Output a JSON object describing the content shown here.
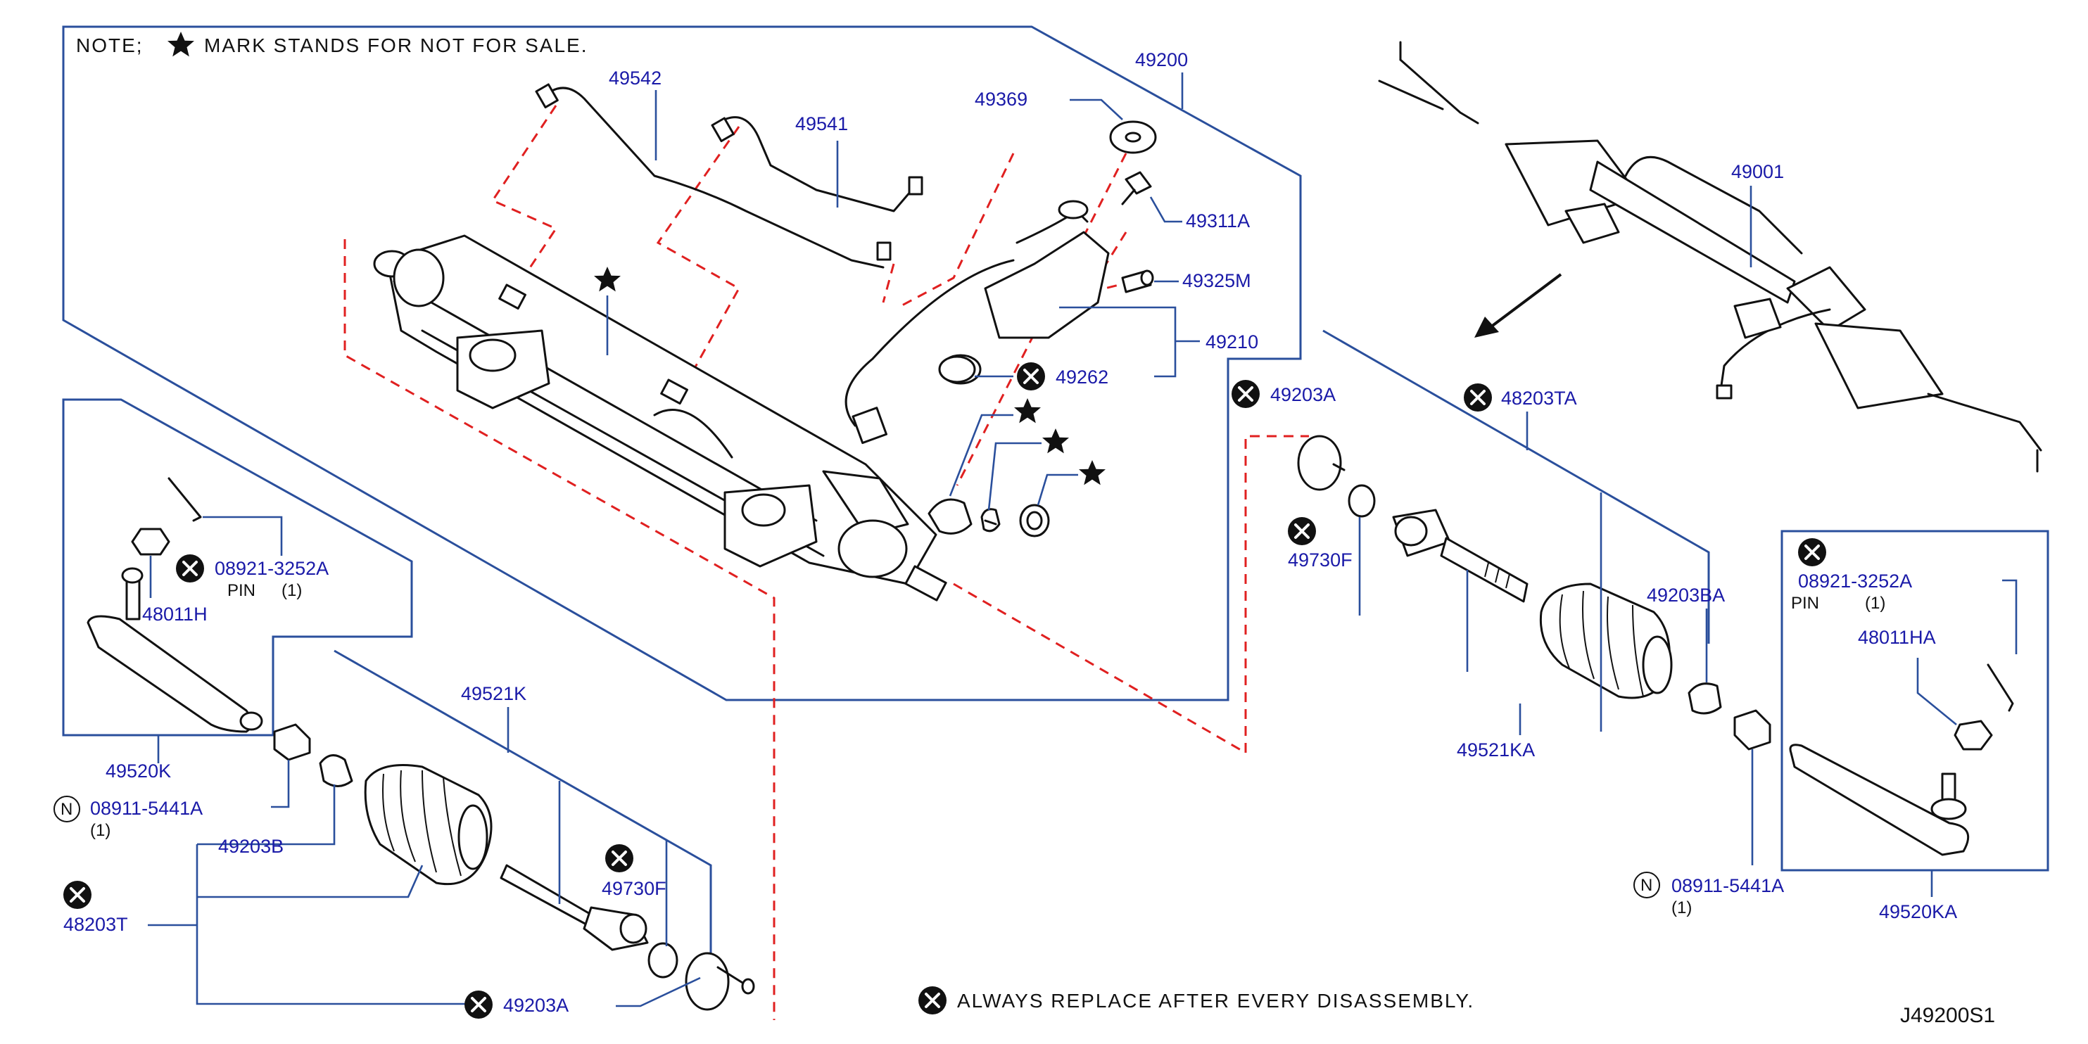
{
  "note": {
    "prefix": "NOTE;",
    "text": "MARK  STANDS  FOR  NOT  FOR  SALE.",
    "star_icon": "star-icon"
  },
  "footer": {
    "replace_text": "ALWAYS  REPLACE  AFTER  EVERY  DISASSEMBLY.",
    "diagram_code": "J49200S1"
  },
  "labels": {
    "p49200": "49200",
    "p49542": "49542",
    "p49541": "49541",
    "p49369": "49369",
    "p49311A": "49311A",
    "p49325M": "49325M",
    "p49210": "49210",
    "p49262": "49262",
    "p49001": "49001",
    "p49203A_r": "49203A",
    "p48203TA": "48203TA",
    "p49730F_r": "49730F",
    "p49203BA": "49203BA",
    "p49521KA": "49521KA",
    "p08921_l": "08921-3252A",
    "pin_l": "PIN",
    "pin_l_qty": "(1)",
    "p48011H": "48011H",
    "p49520K": "49520K",
    "p08911_l": "08911-5441A",
    "p08911_l_qty": "(1)",
    "p49521K": "49521K",
    "p49203B": "49203B",
    "p48203T": "48203T",
    "p49730F_l": "49730F",
    "p49203A_l": "49203A",
    "p08921_r": "08921-3252A",
    "pin_r": "PIN",
    "pin_r_qty": "(1)",
    "p48011HA": "48011HA",
    "p08911_r": "08911-5441A",
    "p08911_r_qty": "(1)",
    "p49520KA": "49520KA",
    "n_symbol": "N"
  },
  "colors": {
    "label": "#1a1aa8",
    "frame": "#2a4f9c",
    "dashed": "#e02020",
    "ink": "#111111"
  }
}
